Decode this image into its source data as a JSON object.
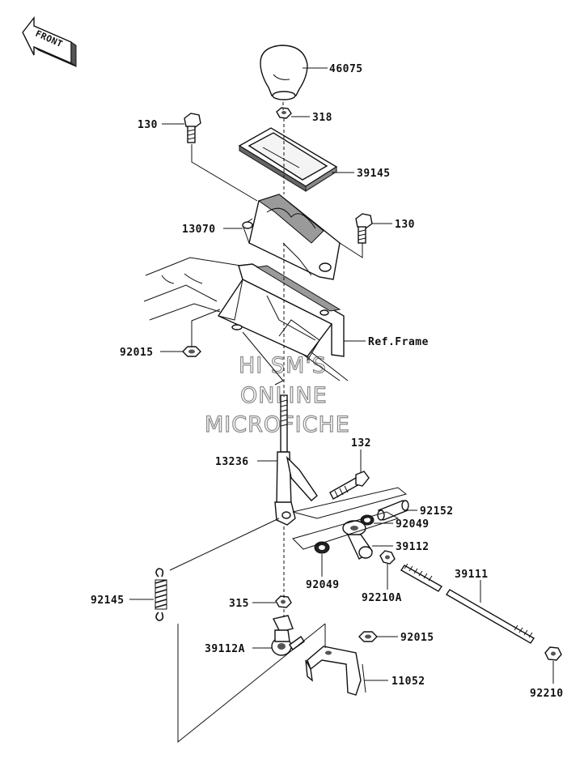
{
  "front_arrow": {
    "label": "FRONT"
  },
  "watermark": {
    "line1": "HI SM'S",
    "line2": "ONLINE",
    "line3": "MICROFICHE"
  },
  "callouts": {
    "knob": "46075",
    "nut_318": "318",
    "bolt_130_left": "130",
    "shift_plate": "39145",
    "bolt_130_right": "130",
    "holder_13070": "13070",
    "ref_frame": "Ref.Frame",
    "nut_92015_top": "92015",
    "bolt_132": "132",
    "lever_13236": "13236",
    "pin_92152": "92152",
    "washer_92049_right": "92049",
    "end_39112": "39112",
    "spring_92145": "92145",
    "washer_92049_left": "92049",
    "nut_92210A": "92210A",
    "rod_39111": "39111",
    "nut_315": "315",
    "end_39112A": "39112A",
    "nut_92015_bottom": "92015",
    "bracket_11052": "11052",
    "nut_92210": "92210"
  }
}
